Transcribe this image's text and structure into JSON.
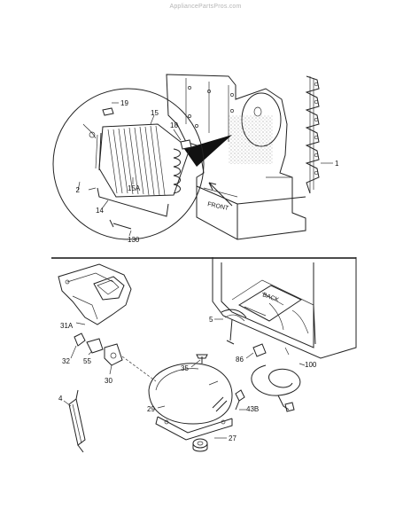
{
  "watermark": "AppliancePartsPros.com",
  "labels": {
    "p1": "1",
    "p2": "2",
    "p14": "14",
    "p15": "15",
    "p15a": "15A",
    "p18": "18",
    "p19": "19",
    "p130": "130",
    "front": "FRONT",
    "back": "BACK",
    "p31a": "31A",
    "p32": "32",
    "p55": "55",
    "p30": "30",
    "p35": "35",
    "p29": "29",
    "p4": "4",
    "p5": "5",
    "p86": "86",
    "p100": "100",
    "p43b": "43B",
    "p27": "27"
  }
}
